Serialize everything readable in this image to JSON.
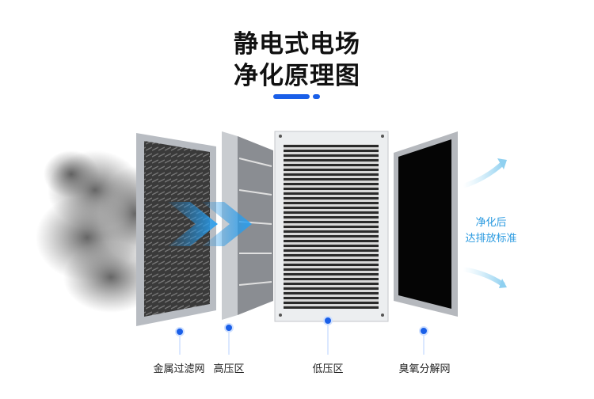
{
  "title": {
    "line1": "静电式电场",
    "line2": "净化原理图"
  },
  "accent_color": "#1a5fe8",
  "result_text": {
    "line1": "净化后",
    "line2": "达排放标准"
  },
  "components": [
    {
      "label": "金属过滤网"
    },
    {
      "label": "高压区"
    },
    {
      "label": "低压区"
    },
    {
      "label": "臭氧分解网"
    }
  ]
}
